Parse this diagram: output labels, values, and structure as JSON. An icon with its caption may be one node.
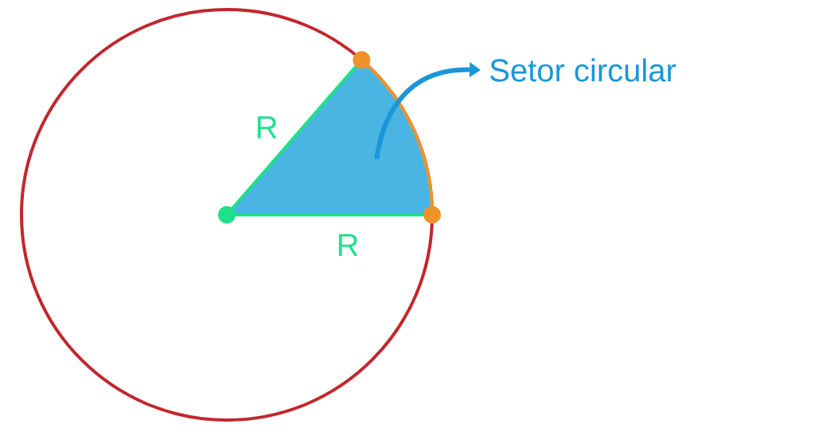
{
  "diagram": {
    "nodes": [
      {
        "text": [],
        "shape": "sector"
      },
      {
        "text": [
          "Setor circular"
        ]
      }
    ],
    "edges": [
      {
        "from": 0,
        "to": 1,
        "arrow": "to"
      }
    ],
    "labels": [
      "R",
      "R"
    ]
  }
}
